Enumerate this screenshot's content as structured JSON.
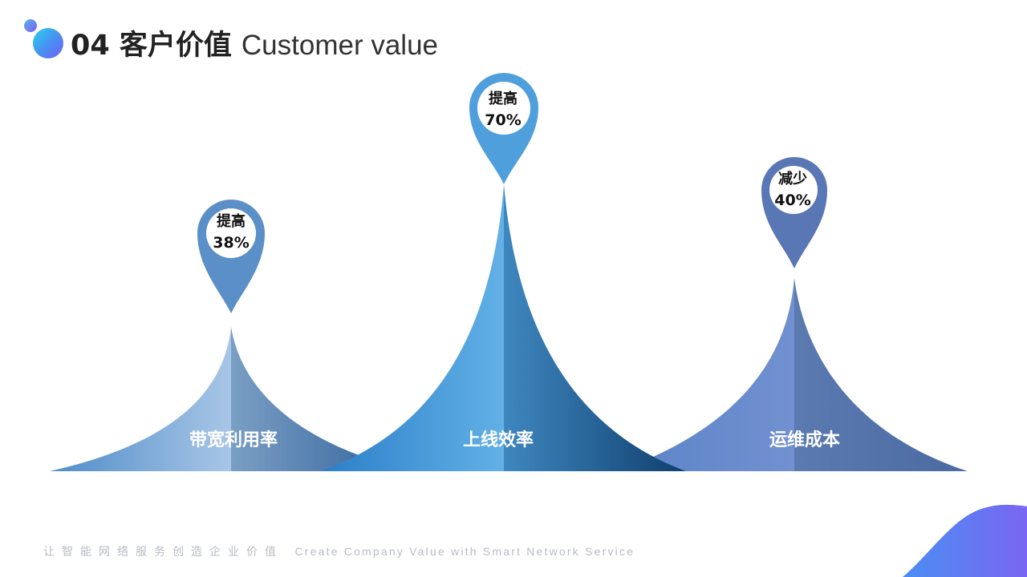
{
  "header": {
    "title_cn": "04 客户价值",
    "title_en": "Customer value"
  },
  "items": [
    {
      "label": "带宽利用率",
      "badge_line1": "提高",
      "badge_line2": "38%",
      "color": "#5b8fc7"
    },
    {
      "label": "上线效率",
      "badge_line1": "提高",
      "badge_line2": "70%",
      "color": "#4f9fdc"
    },
    {
      "label": "运维成本",
      "badge_line1": "减少",
      "badge_line2": "40%",
      "color": "#5a77b5"
    }
  ],
  "footer": {
    "slogan_cn": "让智能网络服务创造企业价值",
    "slogan_en": "Create Company Value with Smart Network Service"
  }
}
